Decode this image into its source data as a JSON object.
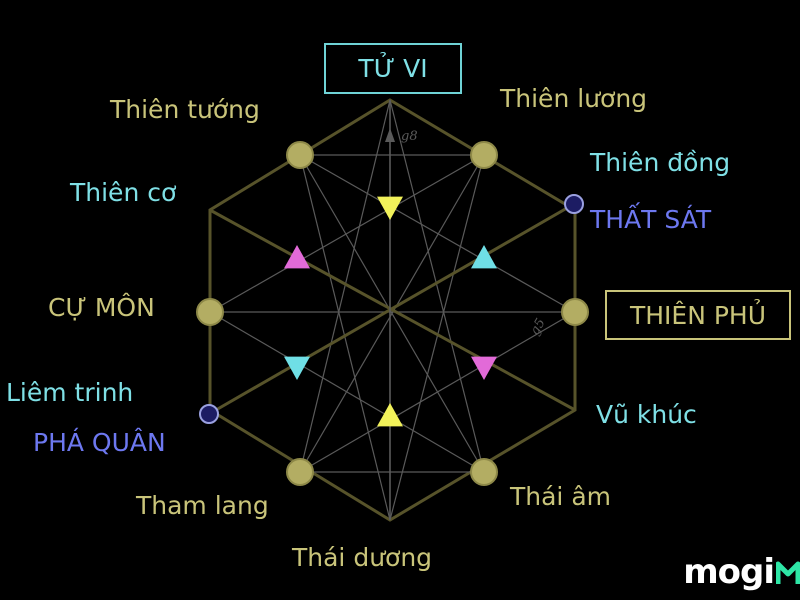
{
  "colors": {
    "background": "#000000",
    "frame": "#57532a",
    "guide": "#5a5a5a",
    "star_gold": "#b3ad63",
    "star_blue": "#1c1c63",
    "label_gold": "#c9c47a",
    "label_cyan": "#7fe0e6",
    "label_blue": "#6d78f0",
    "box_cyan": "#6fd3d6",
    "box_gold": "#c9c47a",
    "tri_yellow": "#f2f25a",
    "tri_pink": "#e26ad8",
    "tri_cyan": "#6fdfe6",
    "watermark_green": "#2ee6a6"
  },
  "labels": {
    "tu_vi": "TỬ VI",
    "thien_tuong": "Thiên tướng",
    "thien_luong": "Thiên lương",
    "thien_co": "Thiên cơ",
    "thien_dong": "Thiên đồng",
    "that_sat": "THẤT SÁT",
    "cu_mon": "CỰ MÔN",
    "thien_phu": "THIÊN PHỦ",
    "liem_trinh": "Liêm trinh",
    "pha_quan": "PHÁ QUÂN",
    "vu_khuc": "Vũ khúc",
    "tham_lang": "Tham lang",
    "thai_am": "Thái âm",
    "thai_duong": "Thái dương"
  },
  "axis_marks": {
    "vertical": "g",
    "vertical_sup": "8",
    "diagonal": "g",
    "diagonal_sup": "5"
  },
  "watermark": "mogi"
}
